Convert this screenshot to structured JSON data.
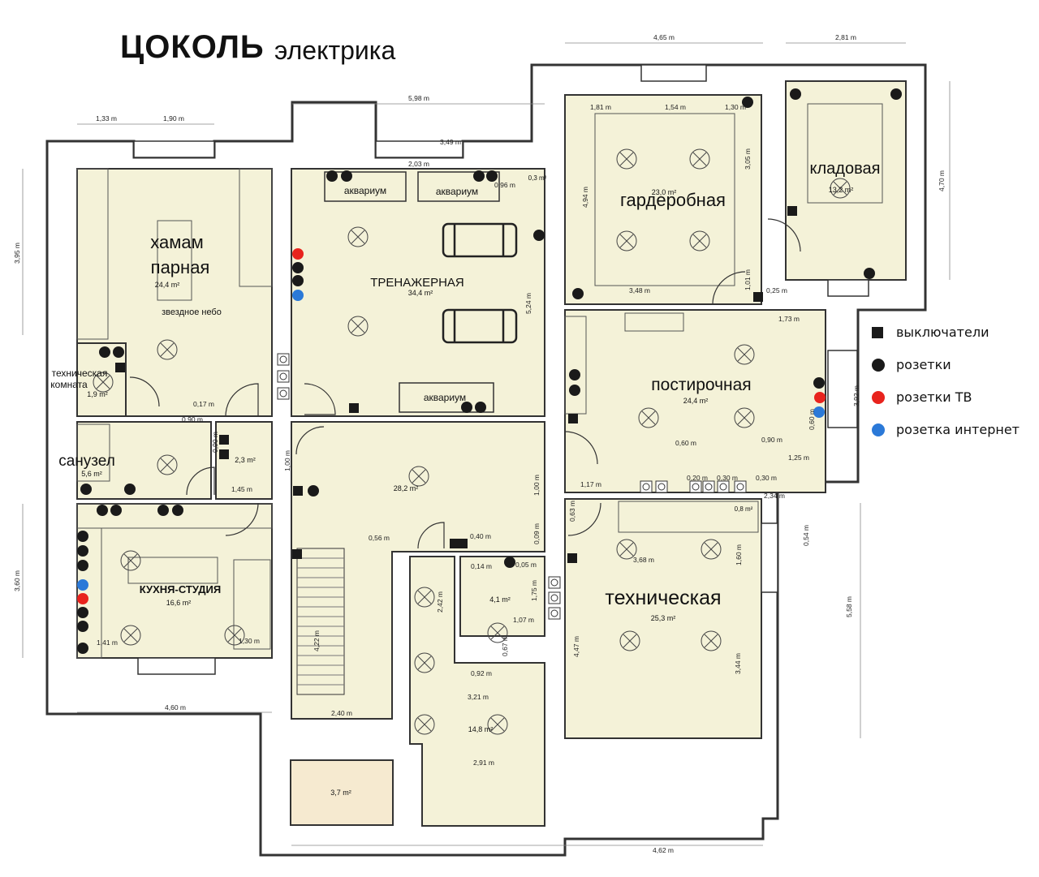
{
  "header": {
    "title": "ЦОКОЛЬ",
    "subtitle": "электрика"
  },
  "legend": {
    "switches": "выключатели",
    "sockets": "розетки",
    "tv_sockets": "розетки ТВ",
    "internet_socket": "розетка интернет"
  },
  "colors": {
    "room_fill": "#f4f2d8",
    "wall": "#333333",
    "switch": "#1a1a1a",
    "socket": "#1a1a1a",
    "tv_socket": "#e8231d",
    "internet_socket": "#2b79d8",
    "stair_room_fill": "#f6ead0"
  },
  "rooms": {
    "hamam_line1": "хамам",
    "hamam_line2": "парная",
    "hamam_area": "24,4 m²",
    "hamam_note": "звездное небо",
    "tech_room_line1": "техническая",
    "tech_room_line2": "комната",
    "tech_room_area": "1,9 m²",
    "gym": "ТРЕНАЖЕРНАЯ",
    "gym_area": "34,4 m²",
    "aquarium": "аквариум",
    "wardrobe": "гардеробная",
    "wardrobe_area": "23,0 m²",
    "storage": "кладовая",
    "storage_area": "13,2 m²",
    "bathroom": "санузел",
    "bathroom_area": "5,6 m²",
    "small_area_23": "2,3 m²",
    "laundry": "постирочная",
    "laundry_area": "24,4 m²",
    "kitchen": "КУХНЯ-СТУДИЯ",
    "kitchen_area": "16,6 m²",
    "hall_area": "28,2 m²",
    "closet_area": "4,1 m²",
    "technical": "техническая",
    "technical_area": "25,3 m²",
    "lower_area": "14,8 m²",
    "stair_room_area": "3,7 m²",
    "tiny_area_03": "0,3 m²",
    "tiny_area_08": "0,8 m²"
  },
  "dimensions": {
    "d465": "4,65 m",
    "d281": "2,81 m",
    "d598": "5,98 m",
    "d133": "1,33 m",
    "d190": "1,90 m",
    "d349": "3,49 m",
    "d203": "2,03 m",
    "d181": "1,81 m",
    "d154": "1,54 m",
    "d130a": "1,30 m",
    "d096": "0,96 m",
    "d395": "3,95 m",
    "d305": "3,05 m",
    "d494": "4,94 m",
    "d470": "4,70 m",
    "d524": "5,24 m",
    "d348": "3,48 m",
    "d101": "1,01 m",
    "d025": "0,25 m",
    "d173": "1,73 m",
    "d017": "0,17 m",
    "d090a": "0,90 m",
    "d090b": "0,90 m",
    "d090c": "0,90 m",
    "d392": "3,92 m",
    "d100a": "1,00 m",
    "d100b": "1,00 m",
    "d145": "1,45 m",
    "d060a": "0,60 m",
    "d060b": "0,60 m",
    "d125": "1,25 m",
    "d117": "1,17 m",
    "d020": "0,20 m",
    "d030a": "0,30 m",
    "d030b": "0,30 m",
    "d234": "2,34 m",
    "d063": "0,63 m",
    "d056": "0,56 m",
    "d040": "0,40 m",
    "d009": "0,09 m",
    "d054": "0,54 m",
    "d368": "3,68 m",
    "d160": "1,60 m",
    "d014": "0,14 m",
    "d005": "0,05 m",
    "d360": "3,60 m",
    "d242": "2,42 m",
    "d175": "1,75 m",
    "d107": "1,07 m",
    "d447": "4,47 m",
    "d422": "4,22 m",
    "d141": "1,41 m",
    "d130b": "1,30 m",
    "d067": "0,67 m",
    "d344": "3,44 m",
    "d558": "5,58 m",
    "d092": "0,92 m",
    "d321": "3,21 m",
    "d460": "4,60 m",
    "d240": "2,40 m",
    "d291": "2,91 m",
    "d462": "4,62 m"
  }
}
